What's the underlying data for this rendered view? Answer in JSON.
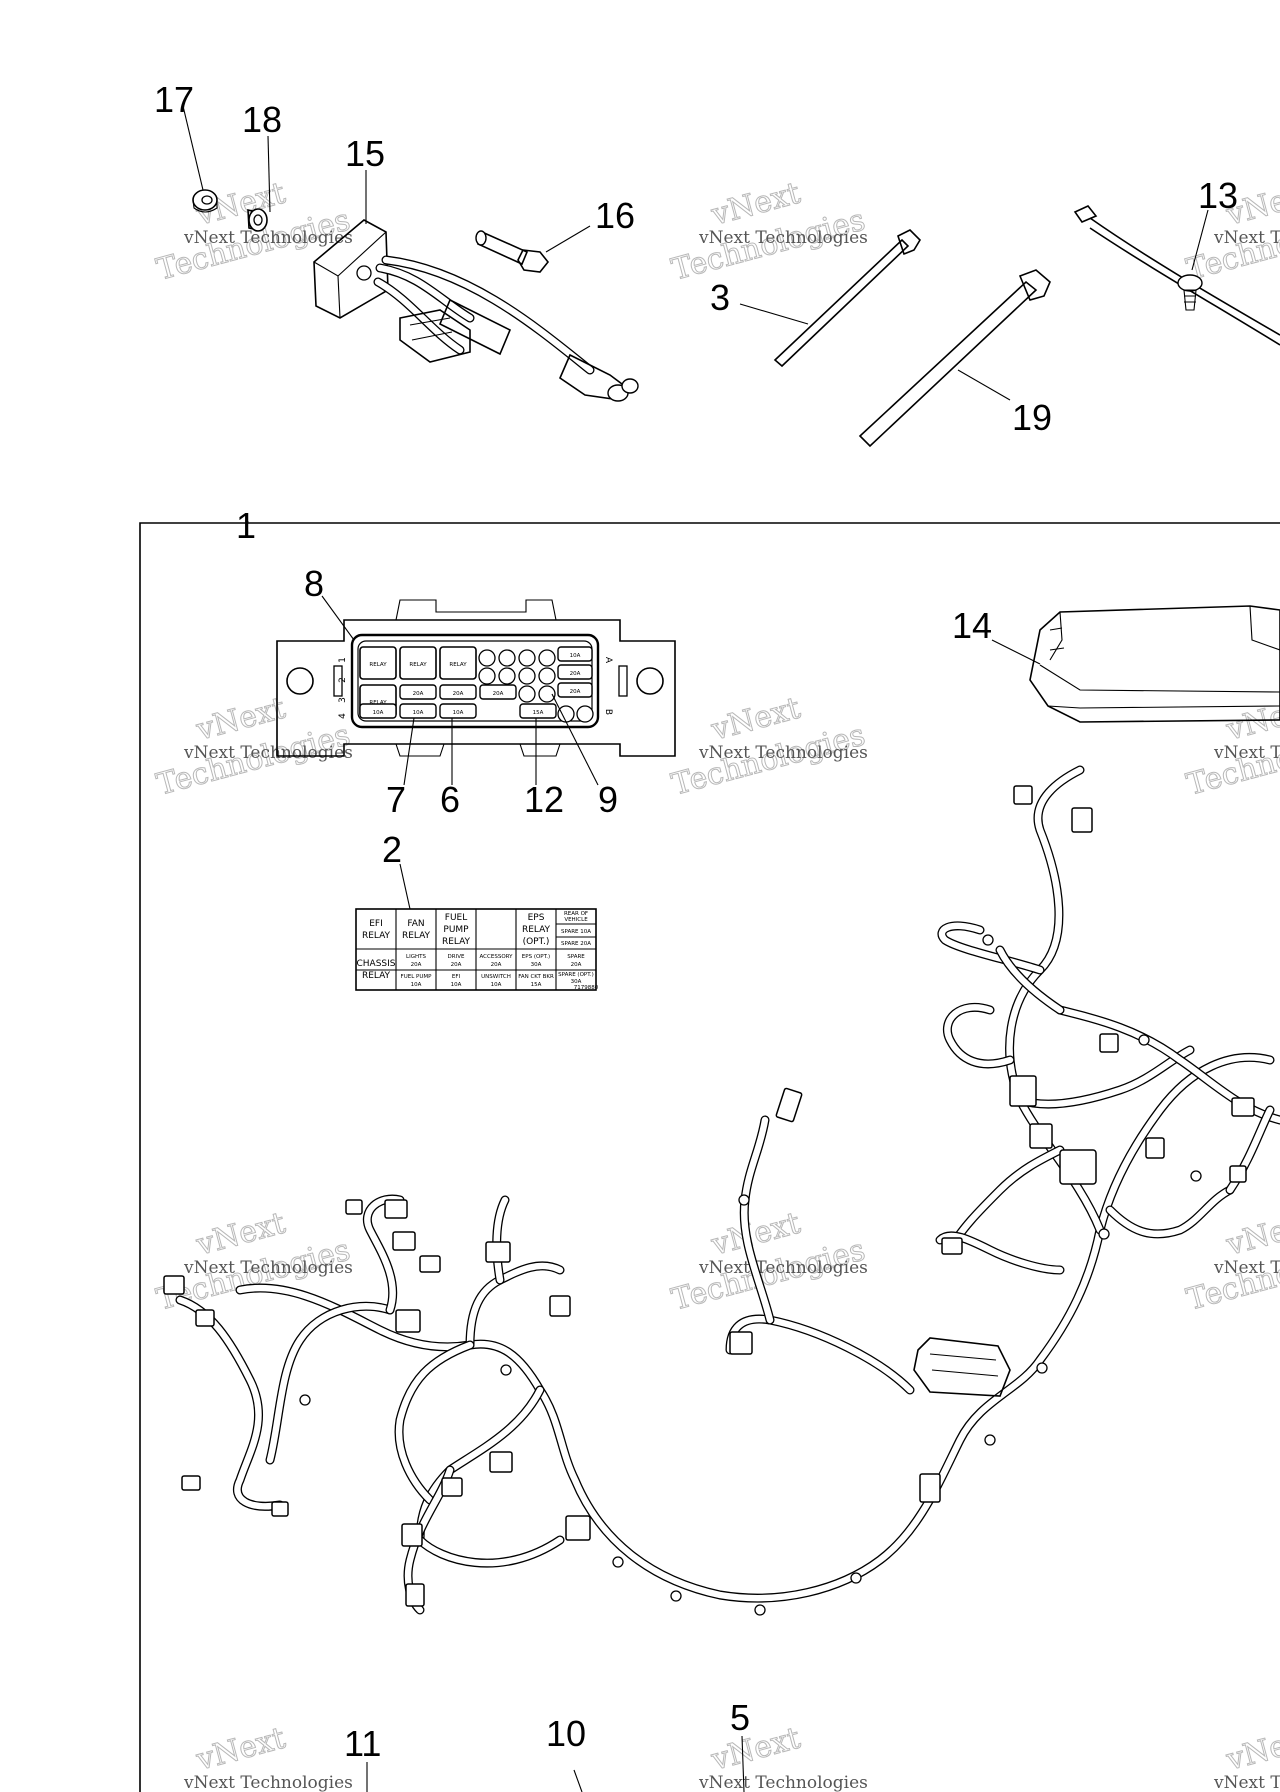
{
  "callouts": {
    "c1": "1",
    "c2": "2",
    "c3": "3",
    "c5": "5",
    "c6": "6",
    "c7": "7",
    "c8": "8",
    "c9": "9",
    "c10": "10",
    "c11": "11",
    "c12": "12",
    "c13": "13",
    "c14": "14",
    "c15": "15",
    "c16": "16",
    "c17": "17",
    "c18": "18",
    "c19": "19"
  },
  "watermark": {
    "line1": "vNext Technologies",
    "big": "vNext",
    "big2": "Technologies"
  },
  "fuse_box": {
    "relay": "RELAY",
    "f10a": "10A",
    "f20a": "20A",
    "f15a": "15A",
    "rows": [
      "1",
      "2",
      "3",
      "4"
    ],
    "cols": [
      "A",
      "B"
    ]
  },
  "decal": {
    "efi_relay_1": "EFI",
    "efi_relay_2": "RELAY",
    "fan_relay_1": "FAN",
    "fan_relay_2": "RELAY",
    "fuel_pump_relay_1": "FUEL",
    "fuel_pump_relay_2": "PUMP",
    "fuel_pump_relay_3": "RELAY",
    "eps_1": "EPS",
    "eps_2": "RELAY",
    "eps_3": "(OPT.)",
    "rear_of_vehicle_1": "REAR OF",
    "rear_of_vehicle_2": "VEHICLE",
    "spare10": "SPARE 10A",
    "spare20": "SPARE 20A",
    "chassis_1": "CHASSIS",
    "chassis_2": "RELAY",
    "lights_1": "LIGHTS",
    "lights_2": "20A",
    "drive_1": "DRIVE",
    "drive_2": "20A",
    "accessory_1": "ACCESSORY",
    "accessory_2": "20A",
    "efi_opt_1": "EPS (OPT.)",
    "efi_opt_2": "30A",
    "spare_1": "SPARE",
    "spare_2": "20A",
    "fuel_pump_1": "FUEL PUMP",
    "fuel_pump_2": "10A",
    "efi_1": "EFI",
    "efi_2": "10A",
    "unswitch_1": "UNSWITCH",
    "unswitch_2": "10A",
    "fan_ckt_1": "FAN CKT BKR",
    "fan_ckt_2": "15A",
    "spare_opt_1": "SPARE (OPT.)",
    "spare_opt_2": "30A",
    "part_no": "7179880"
  }
}
